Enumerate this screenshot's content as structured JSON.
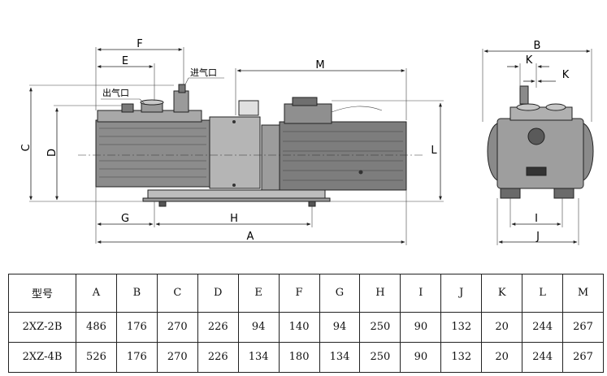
{
  "drawing": {
    "left_view": {
      "dims": {
        "F": "F",
        "E": "E",
        "M": "M",
        "C": "C",
        "D": "D",
        "L": "L",
        "G": "G",
        "H": "H",
        "A": "A"
      },
      "callouts": {
        "inlet": "进气口",
        "outlet": "出气口"
      }
    },
    "right_view": {
      "dims": {
        "B": "B",
        "K1": "K",
        "K2": "K",
        "I": "I",
        "J": "J"
      }
    }
  },
  "table": {
    "headers": [
      "型号",
      "A",
      "B",
      "C",
      "D",
      "E",
      "F",
      "G",
      "H",
      "I",
      "J",
      "K",
      "L",
      "M"
    ],
    "rows": [
      [
        "2XZ-2B",
        "486",
        "176",
        "270",
        "226",
        "94",
        "140",
        "94",
        "250",
        "90",
        "132",
        "20",
        "244",
        "267"
      ],
      [
        "2XZ-4B",
        "526",
        "176",
        "270",
        "226",
        "134",
        "180",
        "134",
        "250",
        "90",
        "132",
        "20",
        "244",
        "267"
      ]
    ]
  }
}
